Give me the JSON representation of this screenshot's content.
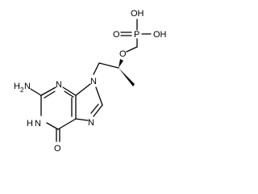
{
  "molecule": {
    "labels": {
      "oh_top": "OH",
      "oh_right": "OH",
      "o_phosphoryl": "O",
      "p": "P",
      "o_ether": "O",
      "nh2_h": "H",
      "nh2_sub": "2",
      "nh2_n": "N",
      "n3": "N",
      "n9": "N",
      "hn1": "H",
      "n1": "N",
      "n7": "N",
      "o6": "O"
    }
  }
}
